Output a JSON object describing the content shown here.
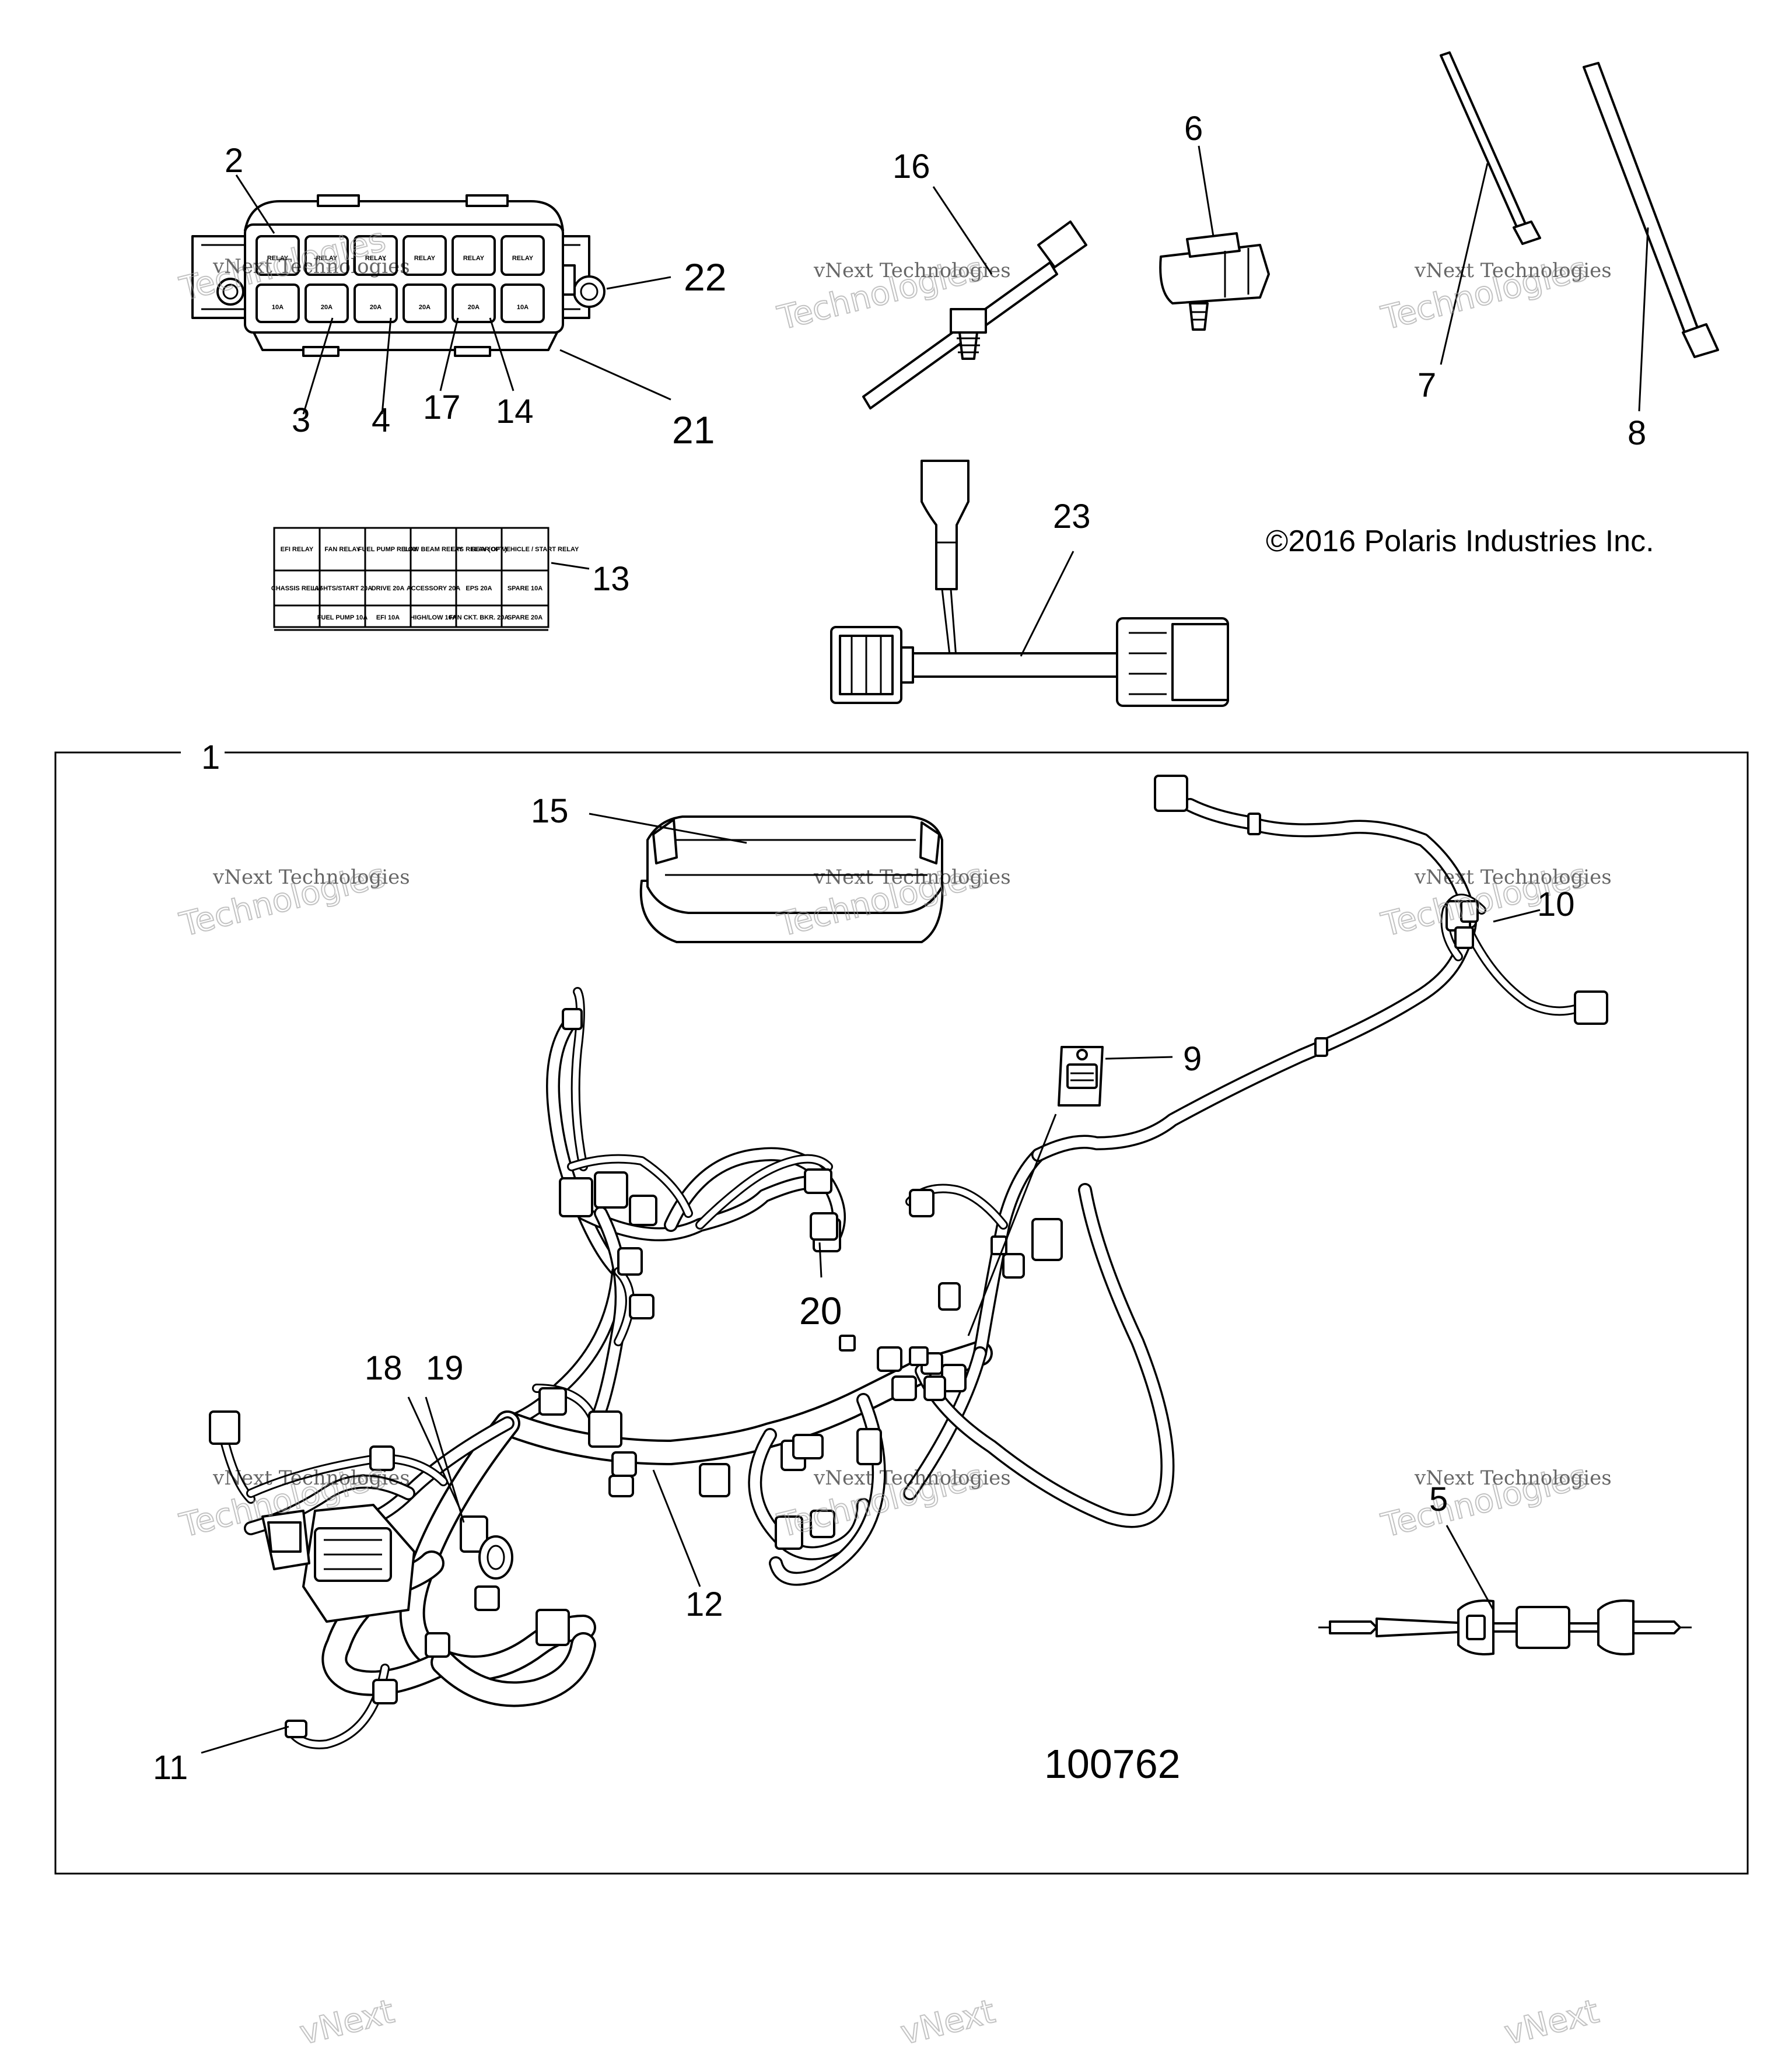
{
  "copyright": "©2016 Polaris Industries Inc.",
  "figure_number": "100762",
  "watermark": {
    "line1": "vNext",
    "line2": "Technologies",
    "small": "vNext Technologies"
  },
  "callouts": {
    "c1": "1",
    "c2": "2",
    "c3": "3",
    "c4": "4",
    "c5": "5",
    "c6": "6",
    "c7": "7",
    "c8": "8",
    "c9": "9",
    "c10": "10",
    "c11": "11",
    "c12": "12",
    "c13": "13",
    "c14": "14",
    "c15": "15",
    "c16": "16",
    "c17": "17",
    "c18": "18",
    "c19": "19",
    "c20": "20",
    "c21": "21",
    "c22": "22",
    "c23": "23"
  },
  "fuse_label": {
    "row1": [
      "EFI RELAY",
      "FAN RELAY",
      "FUEL PUMP RELAY",
      "LOW BEAM RELAY",
      "EPS RELAY (OPT.)",
      "REAR OF VEHICLE / START RELAY"
    ],
    "row2": [
      "CHASSIS RELAY",
      "LIGHTS/START 20A",
      "DRIVE 20A",
      "ACCESSORY 20A",
      "EPS 20A",
      "SPARE 10A"
    ],
    "row3": [
      "",
      "FUEL PUMP 10A",
      "EFI 10A",
      "HIGH/LOW 10A",
      "FAN CKT. BKR. 20A",
      "SPARE 20A"
    ]
  },
  "fuse_box": {
    "relay_label": "RELAY",
    "fuse_values": [
      "10A",
      "20A",
      "20A",
      "20A",
      "20A",
      "10A"
    ]
  }
}
